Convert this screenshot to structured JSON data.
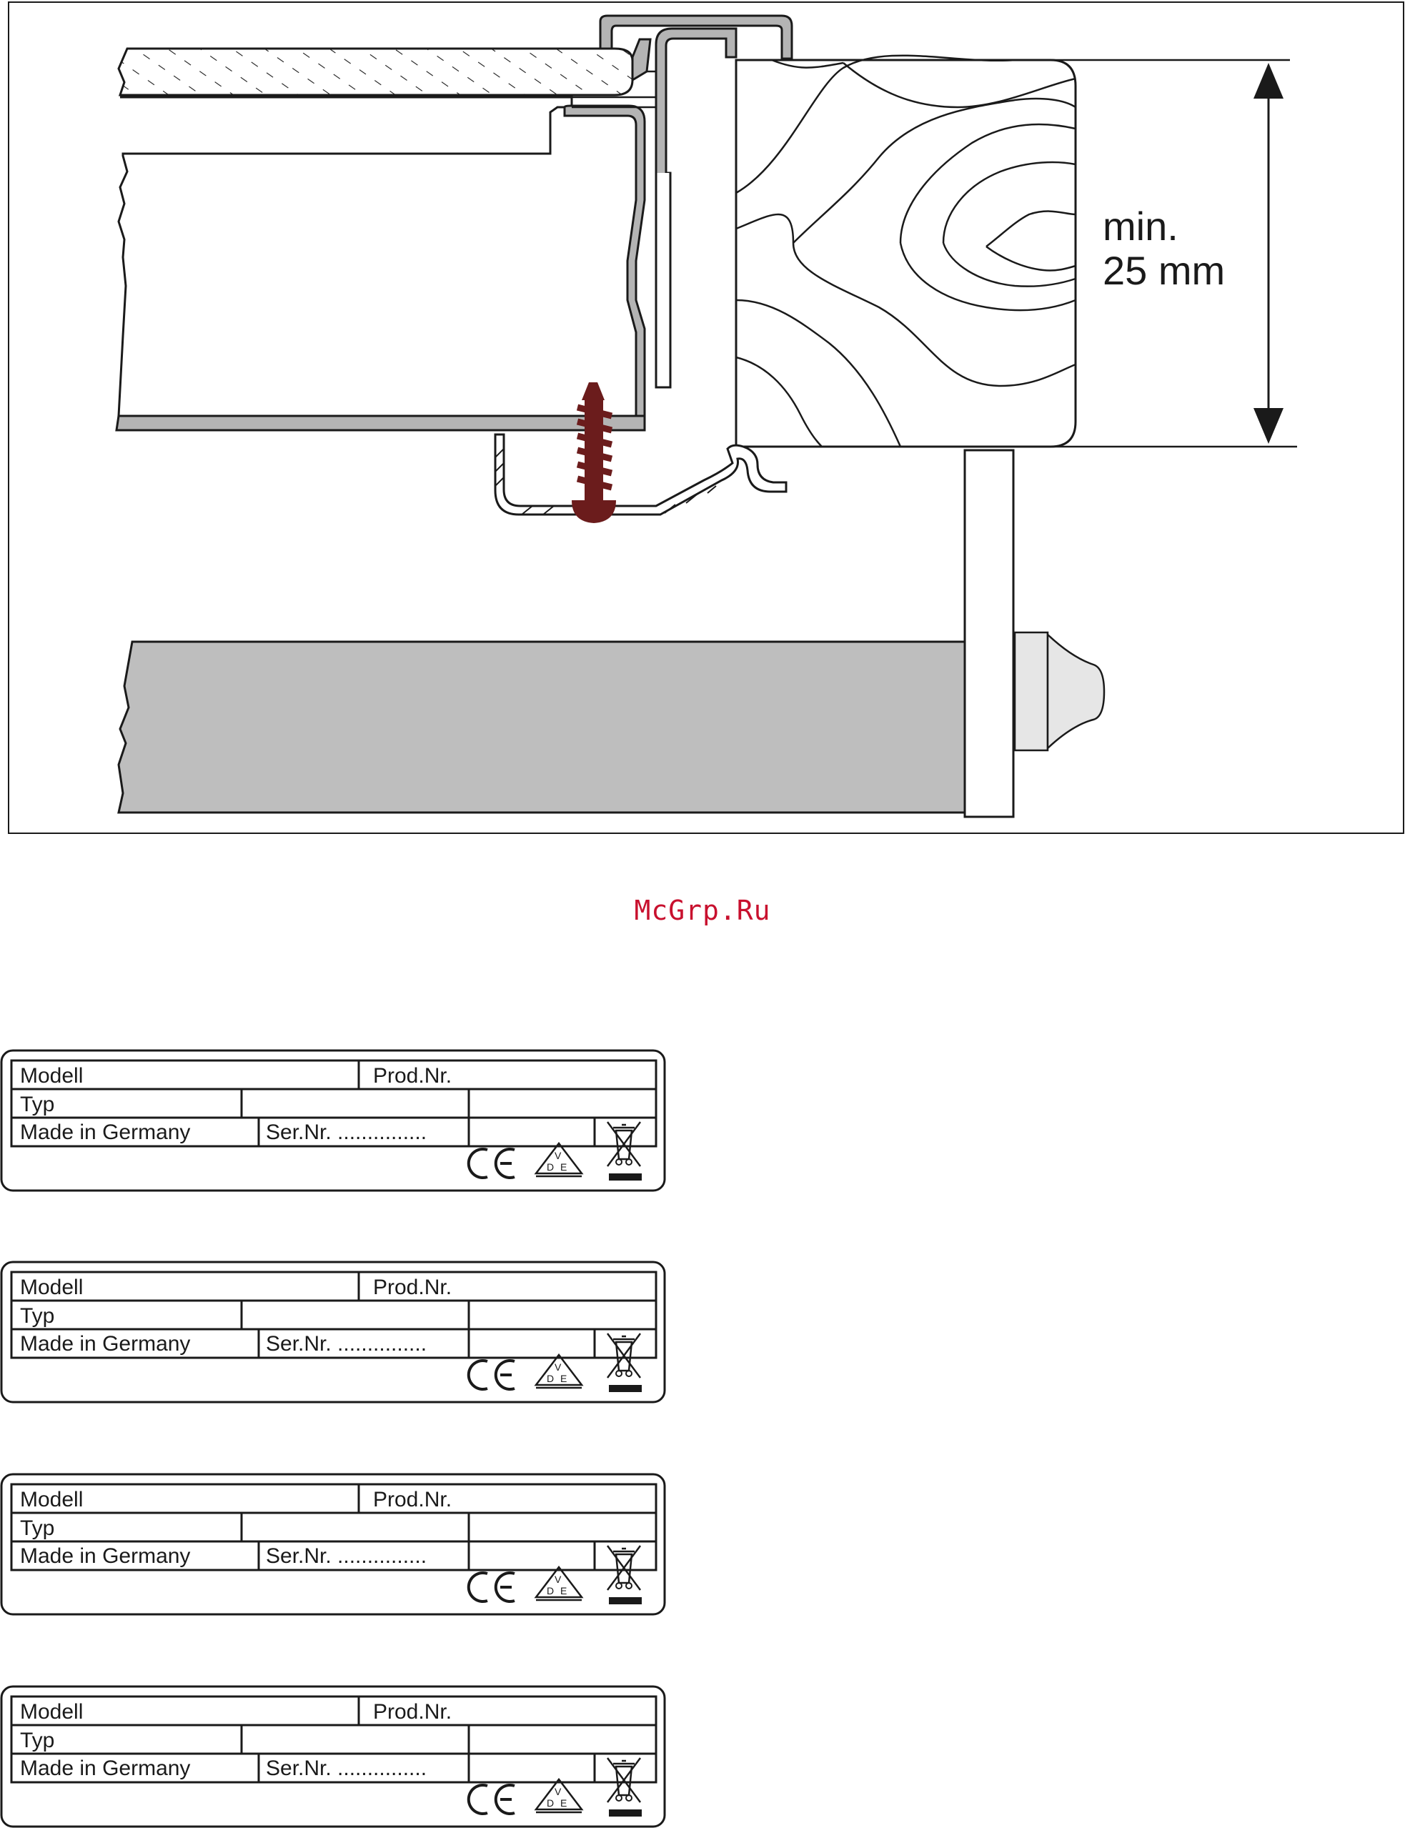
{
  "diagram": {
    "dimension_label_line1": "min.",
    "dimension_label_line2": "25 mm"
  },
  "watermark": "McGrp.Ru",
  "plate_labels": {
    "modell": "Modell",
    "prod_nr": "Prod.Nr.",
    "typ": "Typ",
    "made_in": "Made in Germany",
    "ser_nr": "Ser.Nr. ...............",
    "ce": "CE",
    "vde_v": "V",
    "vde_d": "D",
    "vde_e": "E"
  },
  "plates": [
    {
      "id": 1
    },
    {
      "id": 2
    },
    {
      "id": 3
    },
    {
      "id": 4
    }
  ],
  "colors": {
    "line": "#1a1a1a",
    "metal_gray": "#b4b4b4",
    "panel_gray": "#bebebe",
    "screw": "#6b1c1c",
    "watermark": "#c8102e"
  }
}
